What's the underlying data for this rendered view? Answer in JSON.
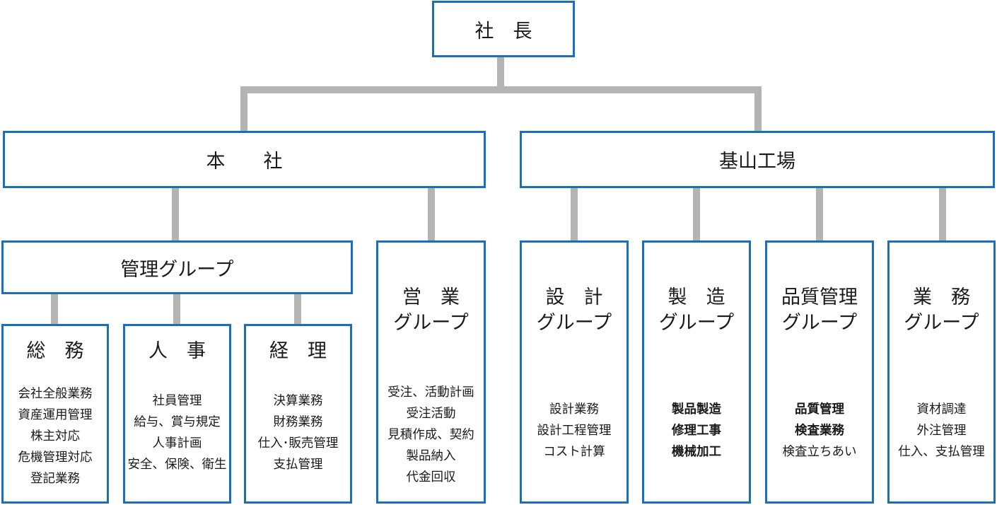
{
  "president": {
    "label": "社　長"
  },
  "branches": [
    {
      "label": "本　　社",
      "groups": [
        {
          "label": "管理グループ",
          "departments": [
            {
              "name": "総　務",
              "duties": [
                "会社全般業務",
                "資産運用管理",
                "株主対応",
                "危機管理対応",
                "登記業務"
              ]
            },
            {
              "name": "人　事",
              "duties": [
                "社員管理",
                "給与、賞与規定",
                "人事計画",
                "安全、保険、衛生"
              ]
            },
            {
              "name": "経　理",
              "duties": [
                "決算業務",
                "財務業務",
                "仕入･販売管理",
                "支払管理"
              ]
            }
          ]
        },
        {
          "label_lines": [
            "営　業",
            "グループ"
          ],
          "duties": [
            "受注、活動計画",
            "受注活動",
            "見積作成、契約",
            "製品納入",
            "代金回収"
          ]
        }
      ]
    },
    {
      "label": "基山工場",
      "groups": [
        {
          "label_lines": [
            "設　計",
            "グループ"
          ],
          "duties": [
            "設計業務",
            "設計工程管理",
            "コスト計算"
          ]
        },
        {
          "label_lines": [
            "製　造",
            "グループ"
          ],
          "duties": [
            "製品製造",
            "修理工事",
            "機械加工"
          ]
        },
        {
          "label_lines": [
            "品質管理",
            "グループ"
          ],
          "duties": [
            "品質管理",
            "検査業務",
            "検査立ちあい"
          ]
        },
        {
          "label_lines": [
            "業　務",
            "グループ"
          ],
          "duties": [
            "資材調達",
            "外注管理",
            "仕入、支払管理"
          ]
        }
      ]
    }
  ],
  "colors": {
    "border": "#1a70b8",
    "connector": "#b4b4b4"
  }
}
